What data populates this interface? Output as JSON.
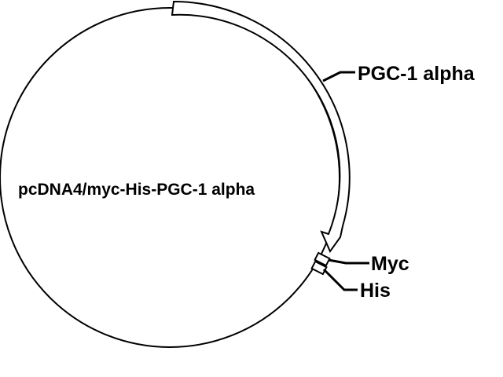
{
  "plasmid": {
    "name": "pcDNA4/myc-His-PGC-1 alpha"
  },
  "features": {
    "insert": {
      "label": "PGC-1 alpha"
    },
    "myc_tag": {
      "label": "Myc"
    },
    "his_tag": {
      "label": "His"
    }
  },
  "colors": {
    "stroke": "#000000",
    "background": "#ffffff"
  }
}
